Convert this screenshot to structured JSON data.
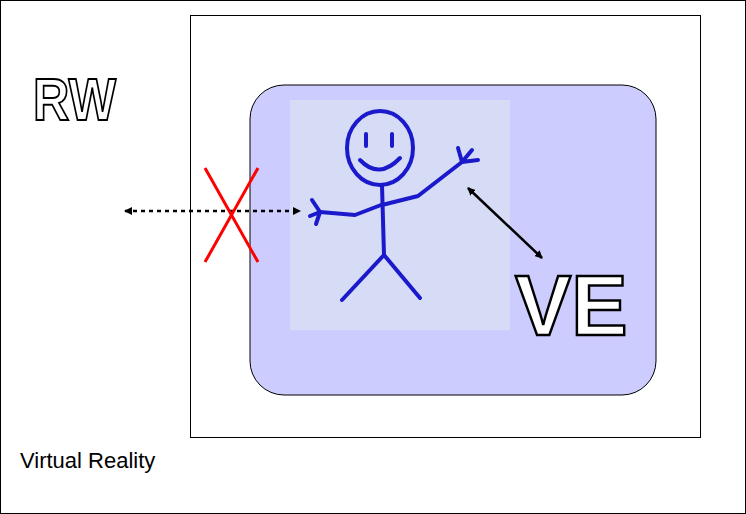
{
  "diagram": {
    "caption": "Virtual Reality",
    "labels": [
      "RW",
      "VE"
    ]
  }
}
